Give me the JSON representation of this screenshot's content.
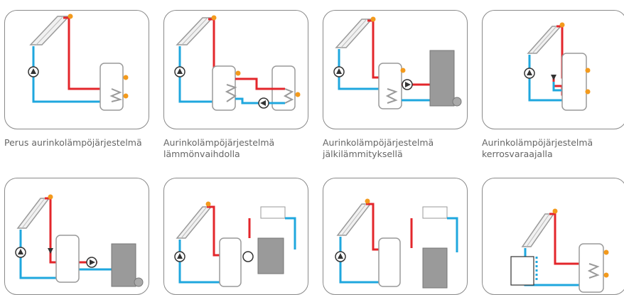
{
  "colors": {
    "hot": "#e3262b",
    "cold": "#1fa7de",
    "frame": "#8a8a8a",
    "text": "#666666",
    "sensor": "#f39a1c",
    "boiler": "#9a9a9a"
  },
  "captions": [
    "Perus aurinkolämpöjärjestelmä",
    "Aurinkolämpöjärjestelmä\nlämmönvaihdolla",
    "Aurinkolämpöjärjestelmä\njälkilämmityksellä",
    "Aurinkolämpöjärjestelmä\nkerrosvaraajalla"
  ],
  "icons": [
    "solar-collector-icon",
    "pump-icon",
    "storage-tank-icon",
    "heat-exchanger-coil-icon",
    "boiler-icon",
    "radiator-icon",
    "valve-icon",
    "temperature-sensor-icon"
  ]
}
